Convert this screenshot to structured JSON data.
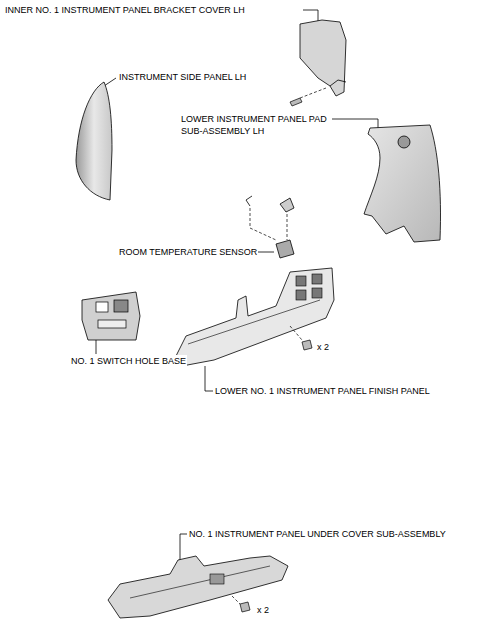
{
  "diagram": {
    "labels": [
      "INNER NO. 1 INSTRUMENT PANEL BRACKET COVER LH",
      "INSTRUMENT SIDE PANEL LH",
      "LOWER INSTRUMENT PANEL PAD SUB-ASSEMBLY LH",
      "ROOM TEMPERATURE SENSOR",
      "x 2",
      "NO. 1 SWITCH HOLE BASE",
      "LOWER NO. 1 INSTRUMENT PANEL FINISH PANEL",
      "NO. 1 INSTRUMENT PANEL UNDER COVER SUB-ASSEMBLY",
      "x 2"
    ]
  }
}
